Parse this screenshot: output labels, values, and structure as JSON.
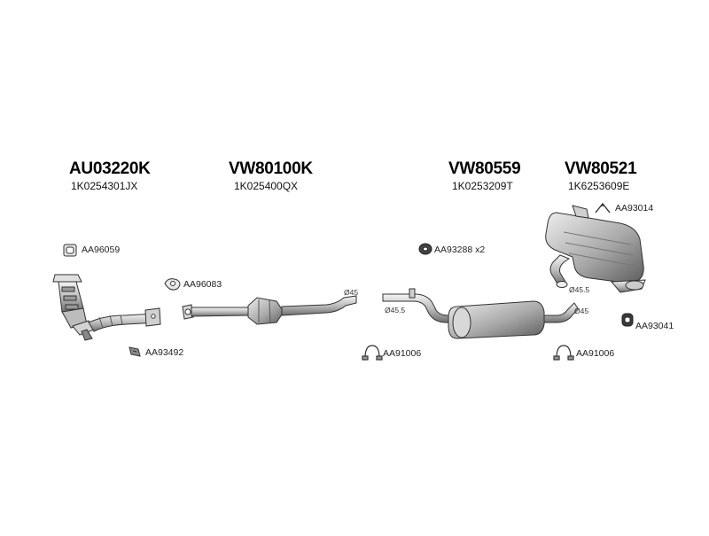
{
  "assemblies": [
    {
      "code": "AU03220K",
      "oem": "1K0254301JX"
    },
    {
      "code": "VW80100K",
      "oem": "1K025400QX"
    },
    {
      "code": "VW80559",
      "oem": "1K0253209T"
    },
    {
      "code": "VW80521",
      "oem": "1K6253609E"
    }
  ],
  "parts": {
    "gasket_front": "AA96059",
    "gasket_mid": "AA96083",
    "bolt": "AA93492",
    "rubber_mount_mid": "AA93288 x2",
    "clamp_mid": "AA91006",
    "clamp_rear": "AA91006",
    "hanger": "AA93014",
    "rubber_mount_rear": "AA93041"
  },
  "dimensions": {
    "d45_front": "Ø45",
    "d455_mid": "Ø45.5",
    "d45_mid": "Ø45",
    "d455_rear": "Ø45.5"
  },
  "colors": {
    "line": "#333333",
    "fill_light": "#e6e6e6",
    "fill_mid": "#c4c4c4",
    "fill_dark": "#8a8a8a"
  }
}
